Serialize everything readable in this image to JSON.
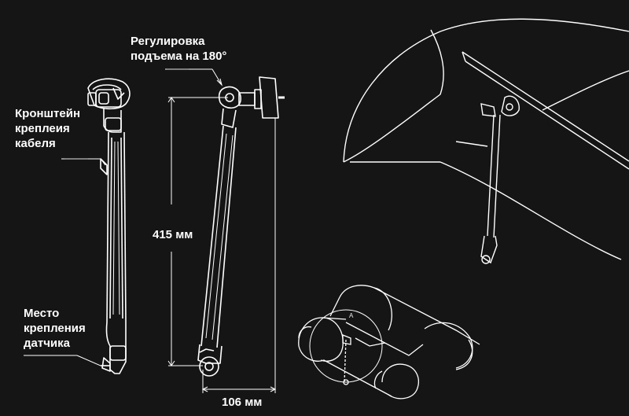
{
  "labels": {
    "bracket": [
      "Кронштейн",
      "креплеия",
      "кабеля"
    ],
    "sensor_mount": [
      "Место",
      "крепления",
      "датчика"
    ],
    "rotation": [
      "Регулировка",
      "подъема на 180°"
    ],
    "length": "415 мм",
    "width": "106 мм",
    "detail_marker": "A"
  },
  "colors": {
    "background": "#151515",
    "line": "#ffffff",
    "text": "#ffffff"
  }
}
